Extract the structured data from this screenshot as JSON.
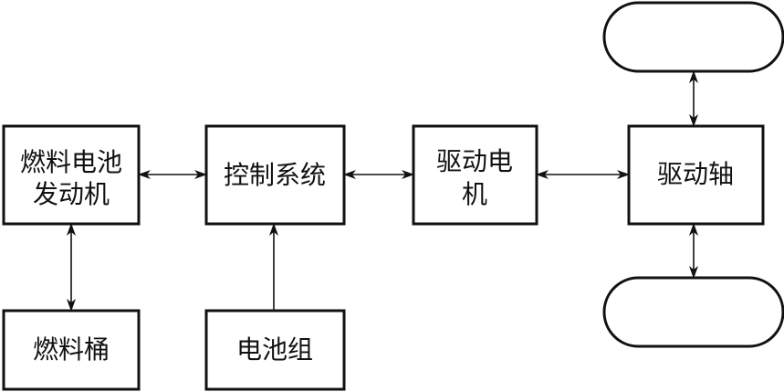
{
  "diagram": {
    "nodes": {
      "fuel_cell_engine": {
        "lines": [
          "燃料电池",
          "发动机"
        ]
      },
      "control_system": {
        "lines": [
          "控制系统"
        ]
      },
      "drive_motor": {
        "lines": [
          "驱动电",
          "机"
        ]
      },
      "drive_shaft": {
        "lines": [
          "驱动轴"
        ]
      },
      "fuel_tank": {
        "lines": [
          "燃料桶"
        ]
      },
      "battery_pack": {
        "lines": [
          "电池组"
        ]
      },
      "wheel_top": {
        "lines": []
      },
      "wheel_bottom": {
        "lines": []
      }
    },
    "edges": [
      {
        "from": "fuel_cell_engine",
        "to": "control_system",
        "direction": "both"
      },
      {
        "from": "control_system",
        "to": "drive_motor",
        "direction": "both"
      },
      {
        "from": "drive_motor",
        "to": "drive_shaft",
        "direction": "both"
      },
      {
        "from": "fuel_cell_engine",
        "to": "fuel_tank",
        "direction": "both"
      },
      {
        "from": "battery_pack",
        "to": "control_system",
        "direction": "forward"
      },
      {
        "from": "drive_shaft",
        "to": "wheel_top",
        "direction": "both"
      },
      {
        "from": "drive_shaft",
        "to": "wheel_bottom",
        "direction": "both"
      }
    ]
  }
}
